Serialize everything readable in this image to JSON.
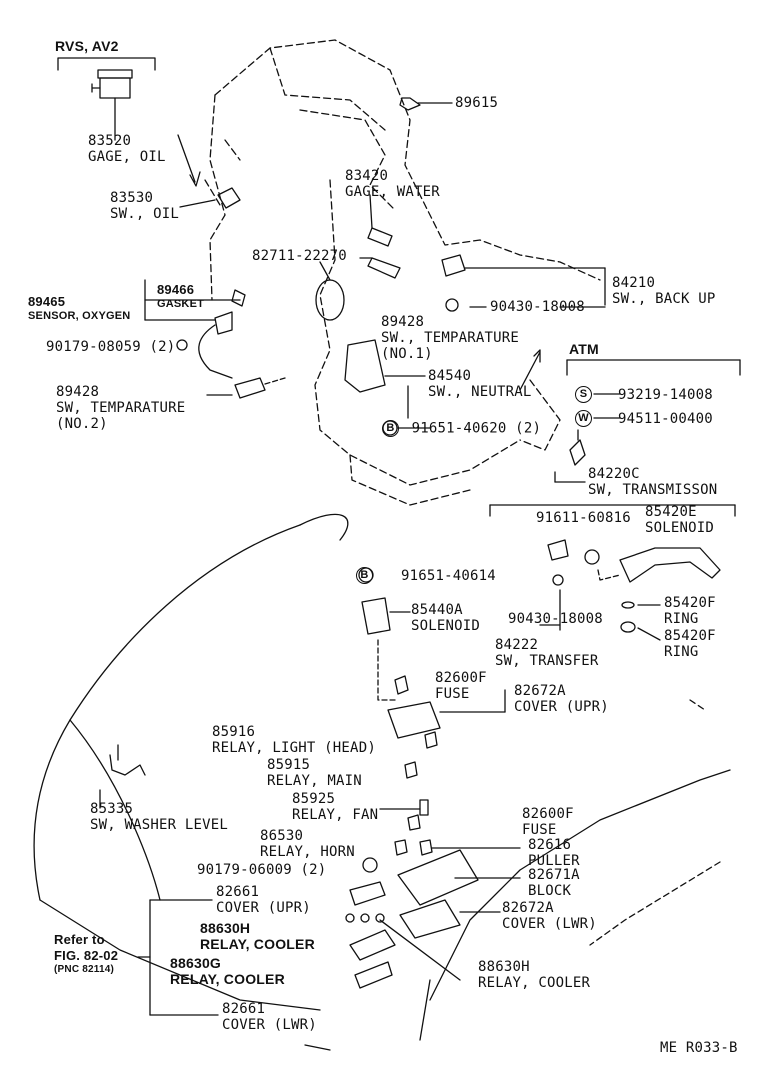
{
  "header_left": {
    "title": "RVS, AV2"
  },
  "atm_label": "ATM",
  "parts": [
    {
      "id": "p89615",
      "num": "89615"
    },
    {
      "id": "p83520",
      "num": "83520",
      "name": "GAGE, OIL"
    },
    {
      "id": "p83530",
      "num": "83530",
      "name": "SW., OIL"
    },
    {
      "id": "p83420",
      "num": "83420",
      "name": "GAGE, WATER"
    },
    {
      "id": "p82711",
      "num": "82711-22270"
    },
    {
      "id": "p89466",
      "num": "89466",
      "name": "GASKET"
    },
    {
      "id": "p89465",
      "num": "89465",
      "name": "SENSOR, OXYGEN"
    },
    {
      "id": "p90179a",
      "num": "90179-08059 (2)"
    },
    {
      "id": "p89428a",
      "num": "89428",
      "name": "SW., TEMPARATURE",
      "extra": "(NO.1)"
    },
    {
      "id": "p84210",
      "num": "84210",
      "name": "SW., BACK UP"
    },
    {
      "id": "p90430a",
      "num": "90430-18008"
    },
    {
      "id": "p84540",
      "num": "84540",
      "name": "SW., NEUTRAL"
    },
    {
      "id": "p89428b",
      "num": "89428",
      "name": "SW, TEMPARATURE",
      "extra": "(NO.2)"
    },
    {
      "id": "p91651a",
      "num": "91651-40620 (2)",
      "badge": "B"
    },
    {
      "id": "p93219",
      "num": "93219-14008",
      "badge": "S"
    },
    {
      "id": "p94511",
      "num": "94511-00400",
      "badge": "W"
    },
    {
      "id": "p84220c",
      "num": "84220C",
      "name": "SW, TRANSMISSON"
    },
    {
      "id": "p91611",
      "num": "91611-60816"
    },
    {
      "id": "p85420e",
      "num": "85420E",
      "name": "SOLENOID"
    },
    {
      "id": "p91651b",
      "num": "91651-40614",
      "badge": "B"
    },
    {
      "id": "p85440a",
      "num": "85440A",
      "name": "SOLENOID"
    },
    {
      "id": "p90430b",
      "num": "90430-18008"
    },
    {
      "id": "p85420f1",
      "num": "85420F",
      "name": "RING"
    },
    {
      "id": "p85420f2",
      "num": "85420F",
      "name": "RING"
    },
    {
      "id": "p84222",
      "num": "84222",
      "name": "SW, TRANSFER"
    },
    {
      "id": "p82600f1",
      "num": "82600F",
      "name": "FUSE"
    },
    {
      "id": "p82672a1",
      "num": "82672A",
      "name": "COVER (UPR)"
    },
    {
      "id": "p85916",
      "num": "85916",
      "name": "RELAY, LIGHT (HEAD)"
    },
    {
      "id": "p85915",
      "num": "85915",
      "name": "RELAY, MAIN"
    },
    {
      "id": "p85925",
      "num": "85925",
      "name": "RELAY, FAN"
    },
    {
      "id": "p85335",
      "num": "85335",
      "name": "SW, WASHER LEVEL"
    },
    {
      "id": "p82600f2",
      "num": "82600F",
      "name": "FUSE"
    },
    {
      "id": "p86530",
      "num": "86530",
      "name": "RELAY, HORN"
    },
    {
      "id": "p82616",
      "num": "82616",
      "name": "PULLER"
    },
    {
      "id": "p90179b",
      "num": "90179-06009 (2)"
    },
    {
      "id": "p82671a",
      "num": "82671A",
      "name": "BLOCK"
    },
    {
      "id": "p82661a",
      "num": "82661",
      "name": "COVER (UPR)"
    },
    {
      "id": "p82672a2",
      "num": "82672A",
      "name": "COVER (LWR)"
    },
    {
      "id": "p88630h1",
      "num": "88630H",
      "name": "RELAY, COOLER"
    },
    {
      "id": "p88630g",
      "num": "88630G",
      "name": "RELAY, COOLER"
    },
    {
      "id": "p88630h2",
      "num": "88630H",
      "name": "RELAY, COOLER"
    },
    {
      "id": "p82661b",
      "num": "82661",
      "name": "COVER (LWR)"
    }
  ],
  "refer": {
    "line1": "Refer to",
    "line2": "FIG. 82-02",
    "line3": "(PNC 82114)"
  },
  "footer_code": "ME R033-B"
}
